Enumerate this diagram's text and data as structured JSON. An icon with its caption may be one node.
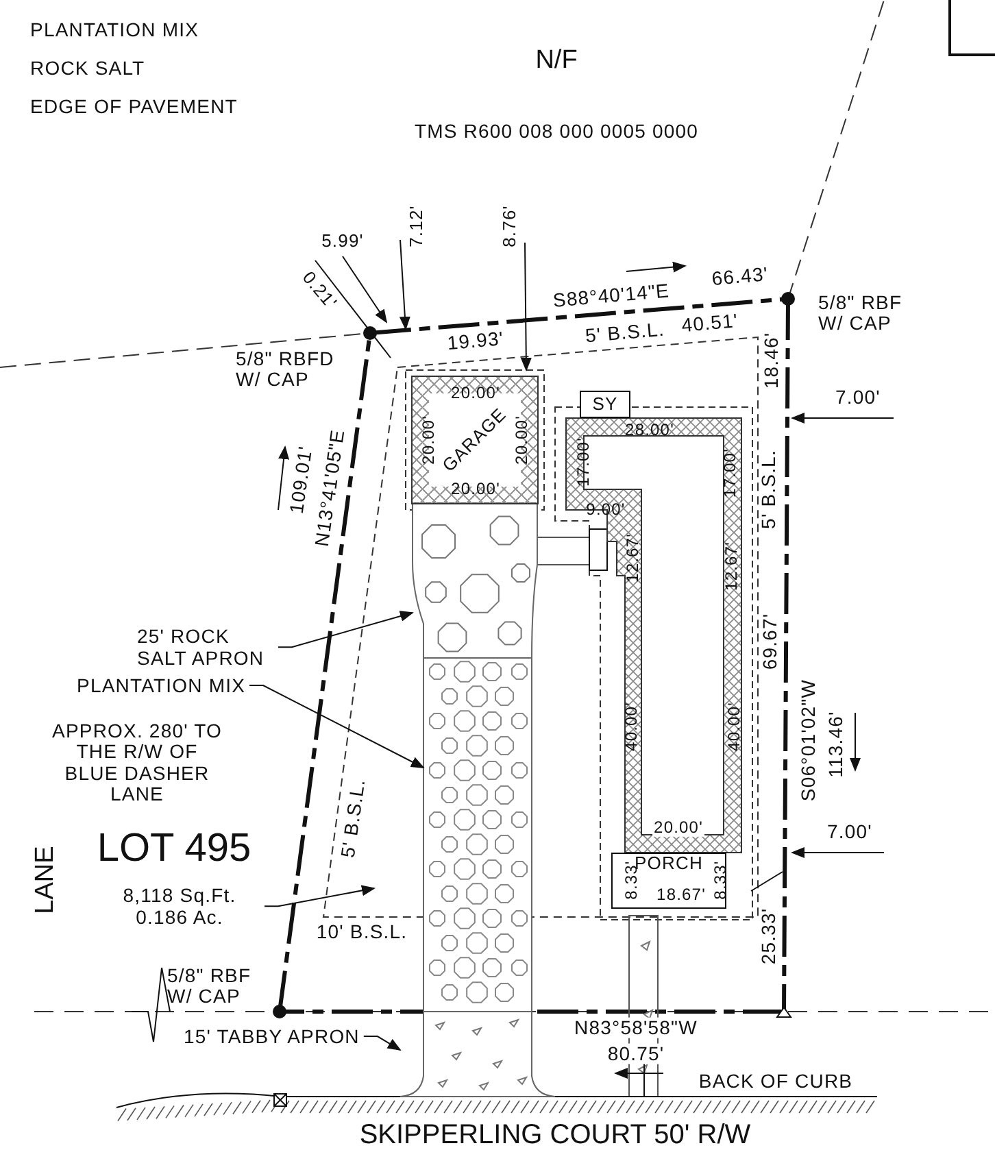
{
  "diagram": {
    "nodes": [
      {
        "text": [
          "GARAGE"
        ]
      },
      {
        "text": [
          "SY"
        ]
      },
      {
        "text": [],
        "shape": "box"
      },
      {
        "text": [
          "PORCH"
        ]
      },
      {
        "text": [
          "25' ROCK SALT APRON"
        ]
      },
      {
        "text": [],
        "shape": "picture"
      },
      {
        "text": [
          "PLANTATION MIX"
        ]
      },
      {
        "text": [],
        "shape": "picture"
      },
      {
        "text": [
          "8,118 Sq.Ft. 0.186 Ac."
        ]
      },
      {
        "text": [
          "15' TABBY APRON"
        ]
      },
      {
        "text": [],
        "shape": "picture"
      }
    ],
    "edges": [
      {
        "from": 4,
        "to": 5,
        "arrow": "to"
      },
      {
        "from": 6,
        "to": 7,
        "arrow": "to"
      },
      {
        "from": 8,
        "to": null,
        "arrow": "to"
      },
      {
        "from": 9,
        "to": 10,
        "arrow": "to"
      }
    ],
    "labels": [
      "PLANTATION MIX",
      "ROCK SALT",
      "EDGE OF PAVEMENT",
      "N/F",
      "TMS R600 008 000 0005 0000",
      "5.99'",
      "0.21'",
      "7.12'",
      "8.76'",
      "S88°40'14\"E",
      "66.43'",
      "5/8\" RBF W/ CAP",
      "19.93'",
      "5' B.S.L.",
      "40.51'",
      "5/8\" RBFD W/ CAP",
      "7.00'",
      "18.46'",
      "109.01'",
      "N13°41'05\"E",
      "20.00'",
      "20.00'",
      "20.00'",
      "20.00'",
      "28.00'",
      "17.00'",
      "17.00'",
      "9.00'",
      "12.67'",
      "12.67'",
      "5' B.S.L.",
      "69.67'",
      "APPROX. 280' TO THE R/W OF BLUE DASHER LANE",
      "40.00'",
      "40.00'",
      "S06°01'02\"W",
      "113.46'",
      "LOT 495",
      "LANE",
      "5' B.S.L.",
      "20.00'",
      "7.00'",
      "8.33'",
      "18.67'",
      "8.33'",
      "25.33'",
      "10' B.S.L.",
      "5/8\" RBF W/ CAP",
      "N83°58'58\"W",
      "80.75'",
      "BACK OF CURB",
      "SKIPPERLING COURT 50' R/W"
    ]
  }
}
